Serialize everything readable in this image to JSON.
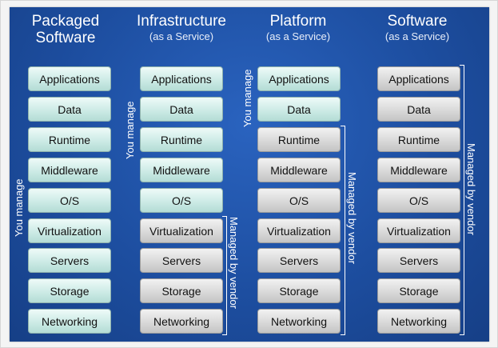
{
  "columns": [
    {
      "title": "Packaged\nSoftware",
      "title_line1": "Packaged",
      "title_line2": "Software",
      "subtitle": "",
      "you_manage_label": "You manage",
      "vendor_label": ""
    },
    {
      "title_line1": "Infrastructure",
      "subtitle": "(as a Service)",
      "you_manage_label": "You manage",
      "vendor_label": "Managed by vendor"
    },
    {
      "title_line1": "Platform",
      "subtitle": "(as a Service)",
      "you_manage_label": "You manage",
      "vendor_label": "Managed by vendor"
    },
    {
      "title_line1": "Software",
      "subtitle": "(as a Service)",
      "you_manage_label": "",
      "vendor_label": "Managed by vendor"
    }
  ],
  "layers": [
    "Applications",
    "Data",
    "Runtime",
    "Middleware",
    "O/S",
    "Virtualization",
    "Servers",
    "Storage",
    "Networking"
  ],
  "you_manage_counts": [
    9,
    5,
    2,
    0
  ],
  "colors": {
    "panel": "#1d4ea0",
    "you_manage_box": "#cdebe6",
    "vendor_box": "#d9d9d9",
    "text": "#ffffff"
  }
}
